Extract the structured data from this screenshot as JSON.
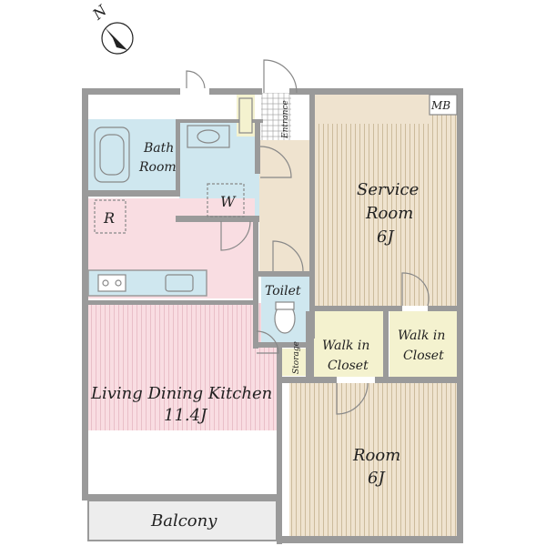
{
  "compass": {
    "north": "N"
  },
  "colors": {
    "wall": "#9a9a9a",
    "ldk": "#f9dde2",
    "bath": "#cfe7ef",
    "floor": "#efe3cf",
    "closet": "#f4f2cf",
    "storage": "#f4f2cf",
    "stripe": "#d9cbb0"
  },
  "rooms": {
    "bath": {
      "line1": "Bath",
      "line2": "Room"
    },
    "washer": "W",
    "refrigerator": "R",
    "entrance": "Entrance",
    "mb": "MB",
    "toilet": "Toilet",
    "service": {
      "line1": "Service",
      "line2": "Room",
      "size": "6J"
    },
    "closet1": {
      "line1": "Walk in",
      "line2": "Closet"
    },
    "closet2": {
      "line1": "Walk in",
      "line2": "Closet"
    },
    "storage": "Storage",
    "ldk": {
      "name": "Living Dining Kitchen",
      "size": "11.4J"
    },
    "room": {
      "line1": "Room",
      "size": "6J"
    },
    "balcony": "Balcony"
  }
}
